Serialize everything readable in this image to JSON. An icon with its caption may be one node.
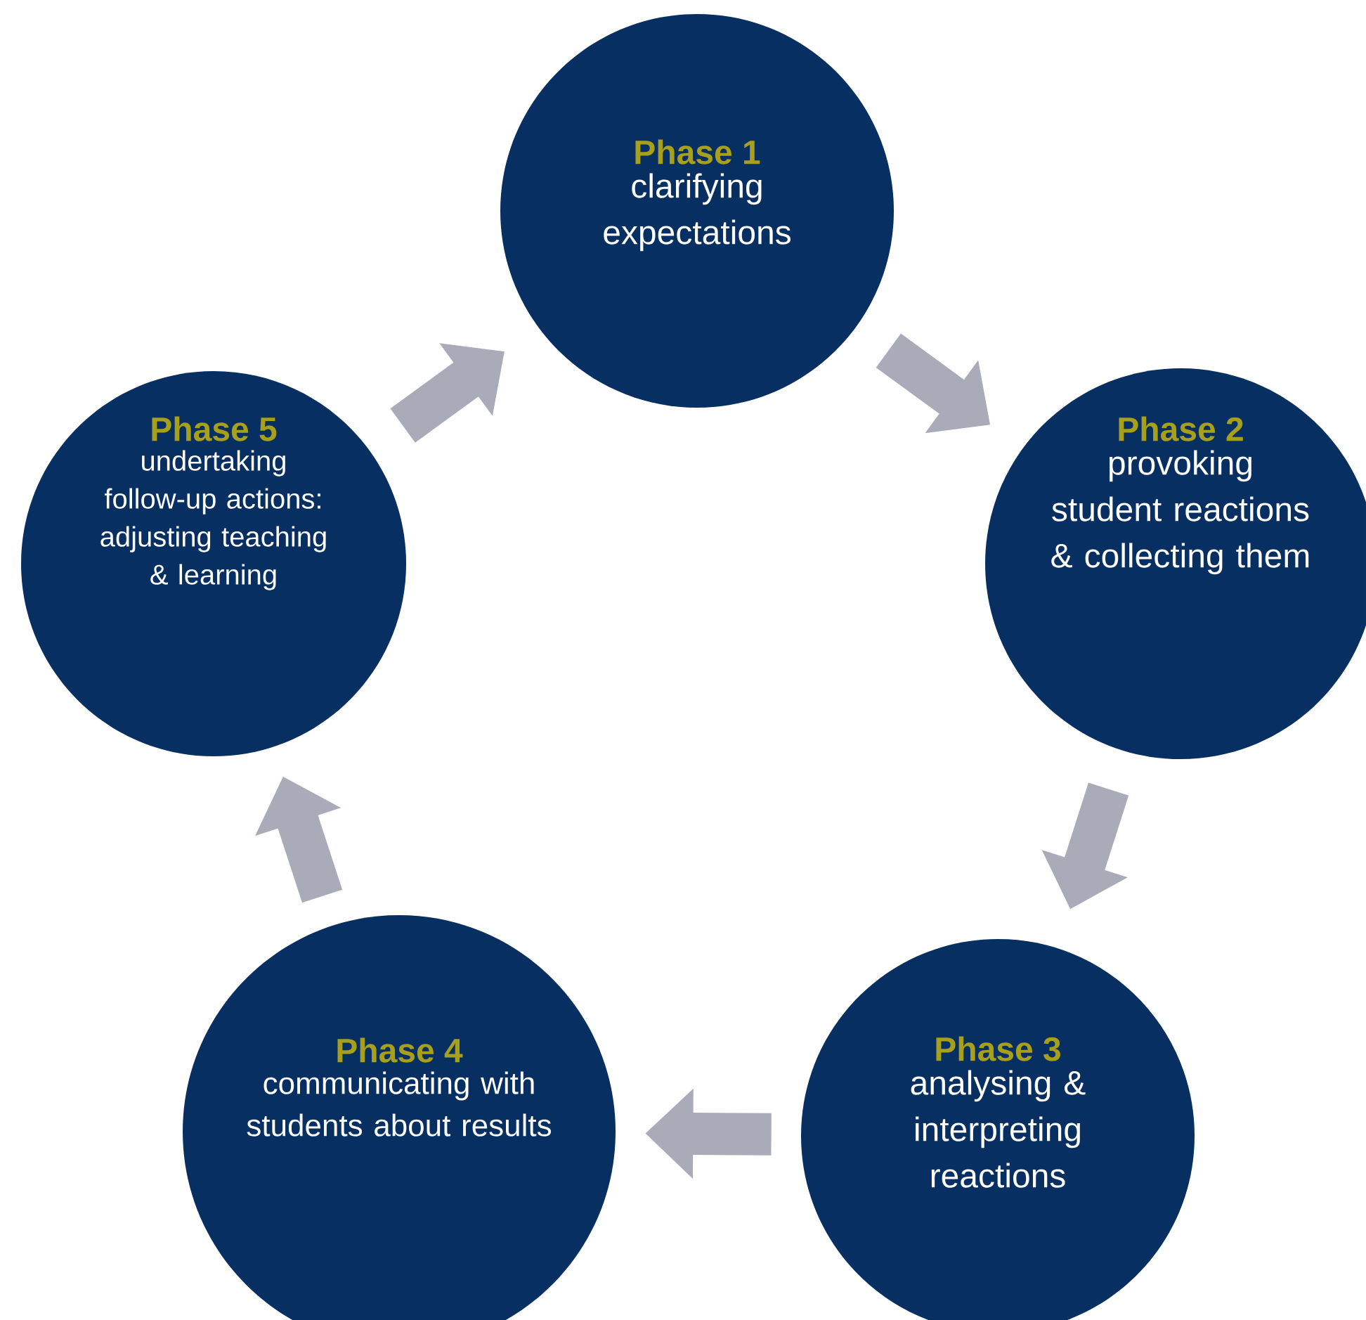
{
  "diagram": {
    "nodes": [
      {
        "text": [
          "Phase 1",
          "clarifying expectations"
        ]
      },
      {
        "text": [
          "Phase 2",
          "provoking student reactions & collecting them"
        ]
      },
      {
        "text": [
          "Phase 3",
          "analysing & interpreting reactions"
        ]
      },
      {
        "text": [
          "Phase 4",
          "communicating with students about results"
        ]
      },
      {
        "text": [
          "Phase 5",
          "undertaking follow-up actions: adjusting teaching & learning"
        ]
      }
    ],
    "edges": [
      {
        "from": 0,
        "to": 1,
        "arrow": "to"
      },
      {
        "from": 1,
        "to": 2,
        "arrow": "to"
      },
      {
        "from": 2,
        "to": 3,
        "arrow": "to"
      },
      {
        "from": 3,
        "to": 4,
        "arrow": "to"
      },
      {
        "from": 4,
        "to": 0,
        "arrow": "to"
      }
    ]
  }
}
